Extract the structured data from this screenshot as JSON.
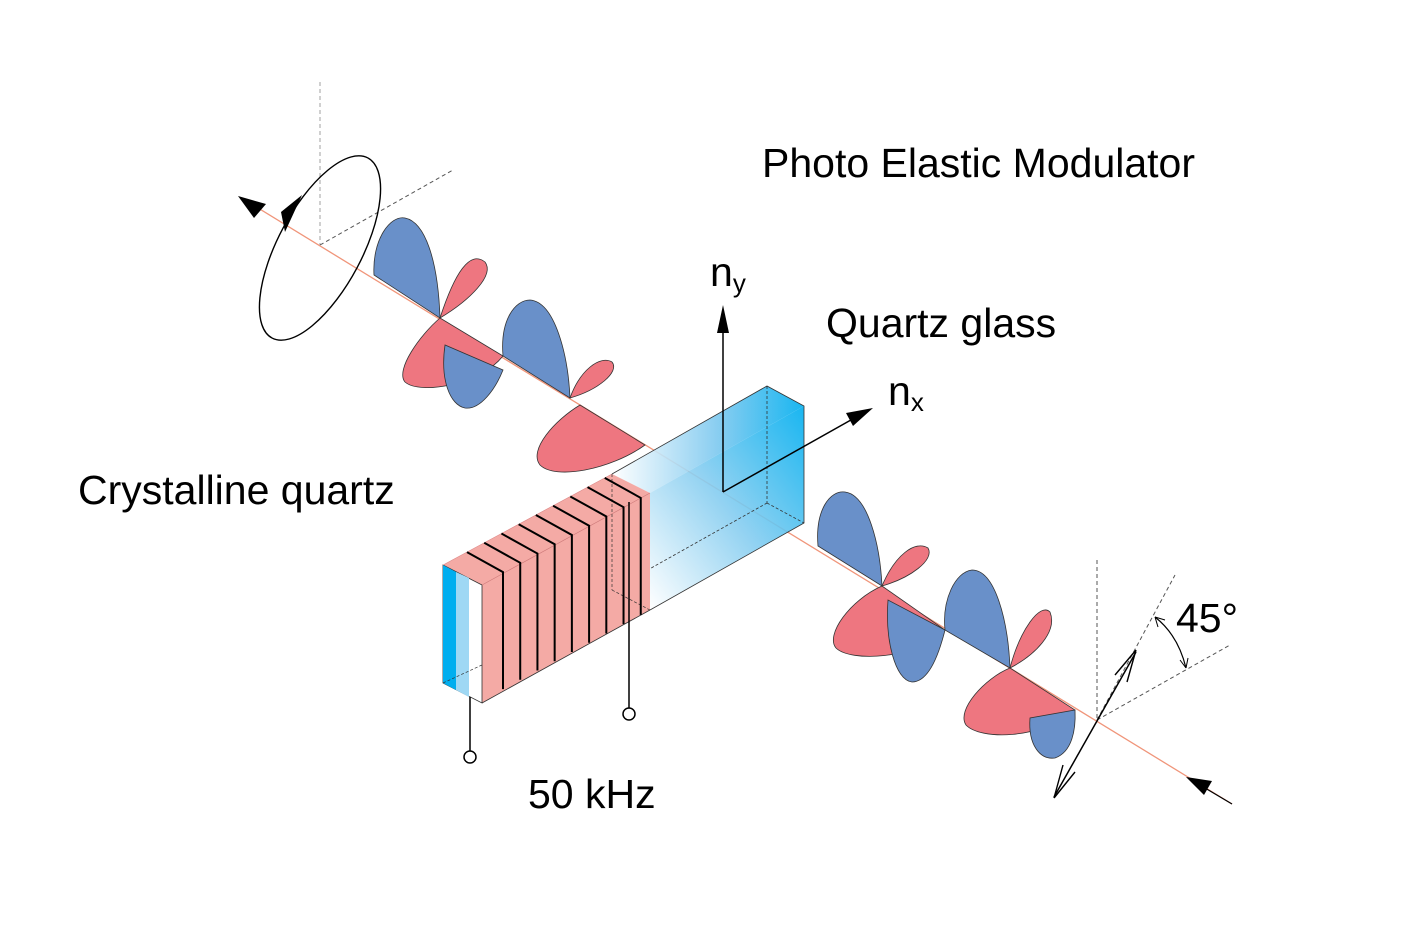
{
  "title": "Photo Elastic Modulator",
  "labels": {
    "quartz_glass": "Quartz glass",
    "crystalline_quartz": "Crystalline quartz",
    "frequency": "50 kHz",
    "angle": "45°",
    "axis_y_main": "n",
    "axis_y_sub": "y",
    "axis_x_main": "n",
    "axis_x_sub": "x"
  },
  "colors": {
    "wave_blue": "#6990c9",
    "wave_red": "#ee7680",
    "beam": "#f0957a",
    "quartz_crystal": "#f4aaa5",
    "glass_blue": "#00aeef",
    "electrode": "#000000"
  },
  "electrode_count": 9
}
